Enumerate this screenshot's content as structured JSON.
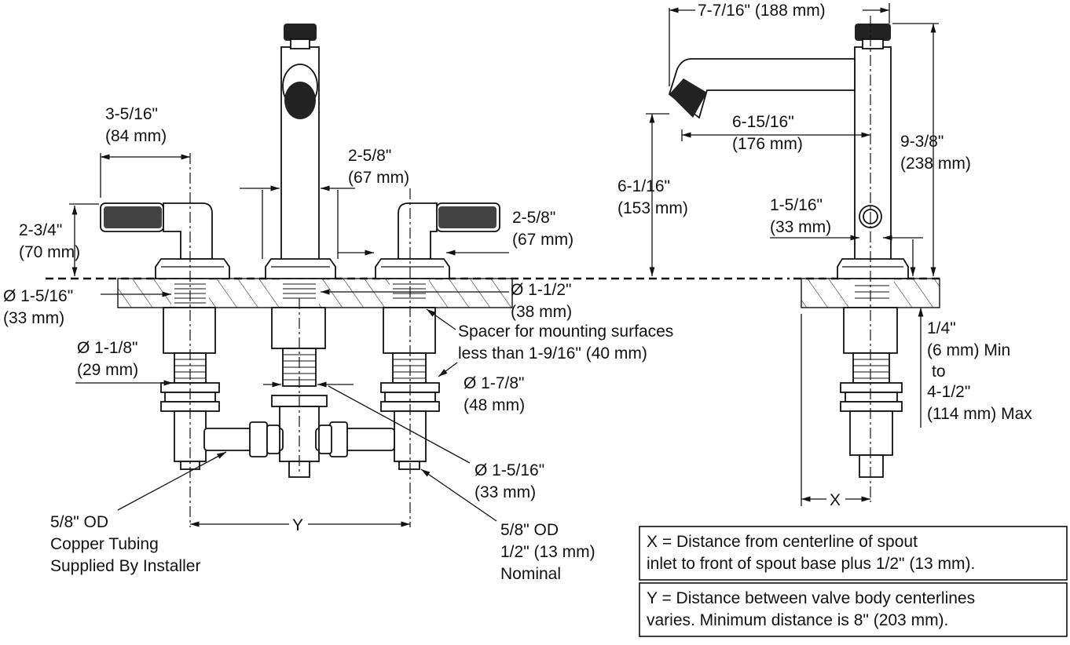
{
  "dimensions": {
    "handle_width": [
      "3-5/16\"",
      "(84 mm)"
    ],
    "handle_height": [
      "2-3/4\"",
      "(70 mm)"
    ],
    "spout_dia": [
      "2-5/8\"",
      "(67 mm)"
    ],
    "handle_dia": [
      "2-5/8\"",
      "(67 mm)"
    ],
    "hole_dia_left": [
      "Ø 1-5/16\"",
      "(33 mm)"
    ],
    "base_dia": [
      "Ø 1-1/2\"",
      "(38 mm)"
    ],
    "shank_dia": [
      "Ø 1-1/8\"",
      "(29 mm)"
    ],
    "nut_dia": [
      "Ø 1-7/8\"",
      "(48 mm)"
    ],
    "valve_dia": [
      "Ø 1-5/16\"",
      "(33 mm)"
    ],
    "spout_reach_total": [
      "7-7/16\" (188 mm)"
    ],
    "spout_reach": [
      "6-15/16\"",
      "(176 mm)"
    ],
    "spout_height": [
      "6-1/16\"",
      "(153 mm)"
    ],
    "overall_height": [
      "9-3/8\"",
      "(238 mm)"
    ],
    "aerator_height": [
      "1-5/16\"",
      "(33 mm)"
    ],
    "deck_thickness": [
      "1/4\"",
      "(6 mm) Min",
      "to",
      "4-1/2\"",
      "(114 mm) Max"
    ]
  },
  "notes": {
    "spacer": [
      "Spacer for mounting surfaces",
      "less than 1-9/16\" (40 mm)"
    ],
    "copper": [
      "5/8\" OD",
      "Copper Tubing",
      "Supplied By Installer"
    ],
    "supply": [
      "5/8\" OD",
      "1/2\"  (13 mm)",
      "Nominal"
    ],
    "x_label": "X",
    "y_label": "Y"
  },
  "legend": {
    "x_def": [
      "X = Distance from centerline of spout",
      "inlet to front of spout base plus 1/2\" (13 mm)."
    ],
    "y_def": [
      "Y = Distance between valve body centerlines",
      "varies. Minimum distance is 8\" (203 mm)."
    ]
  }
}
